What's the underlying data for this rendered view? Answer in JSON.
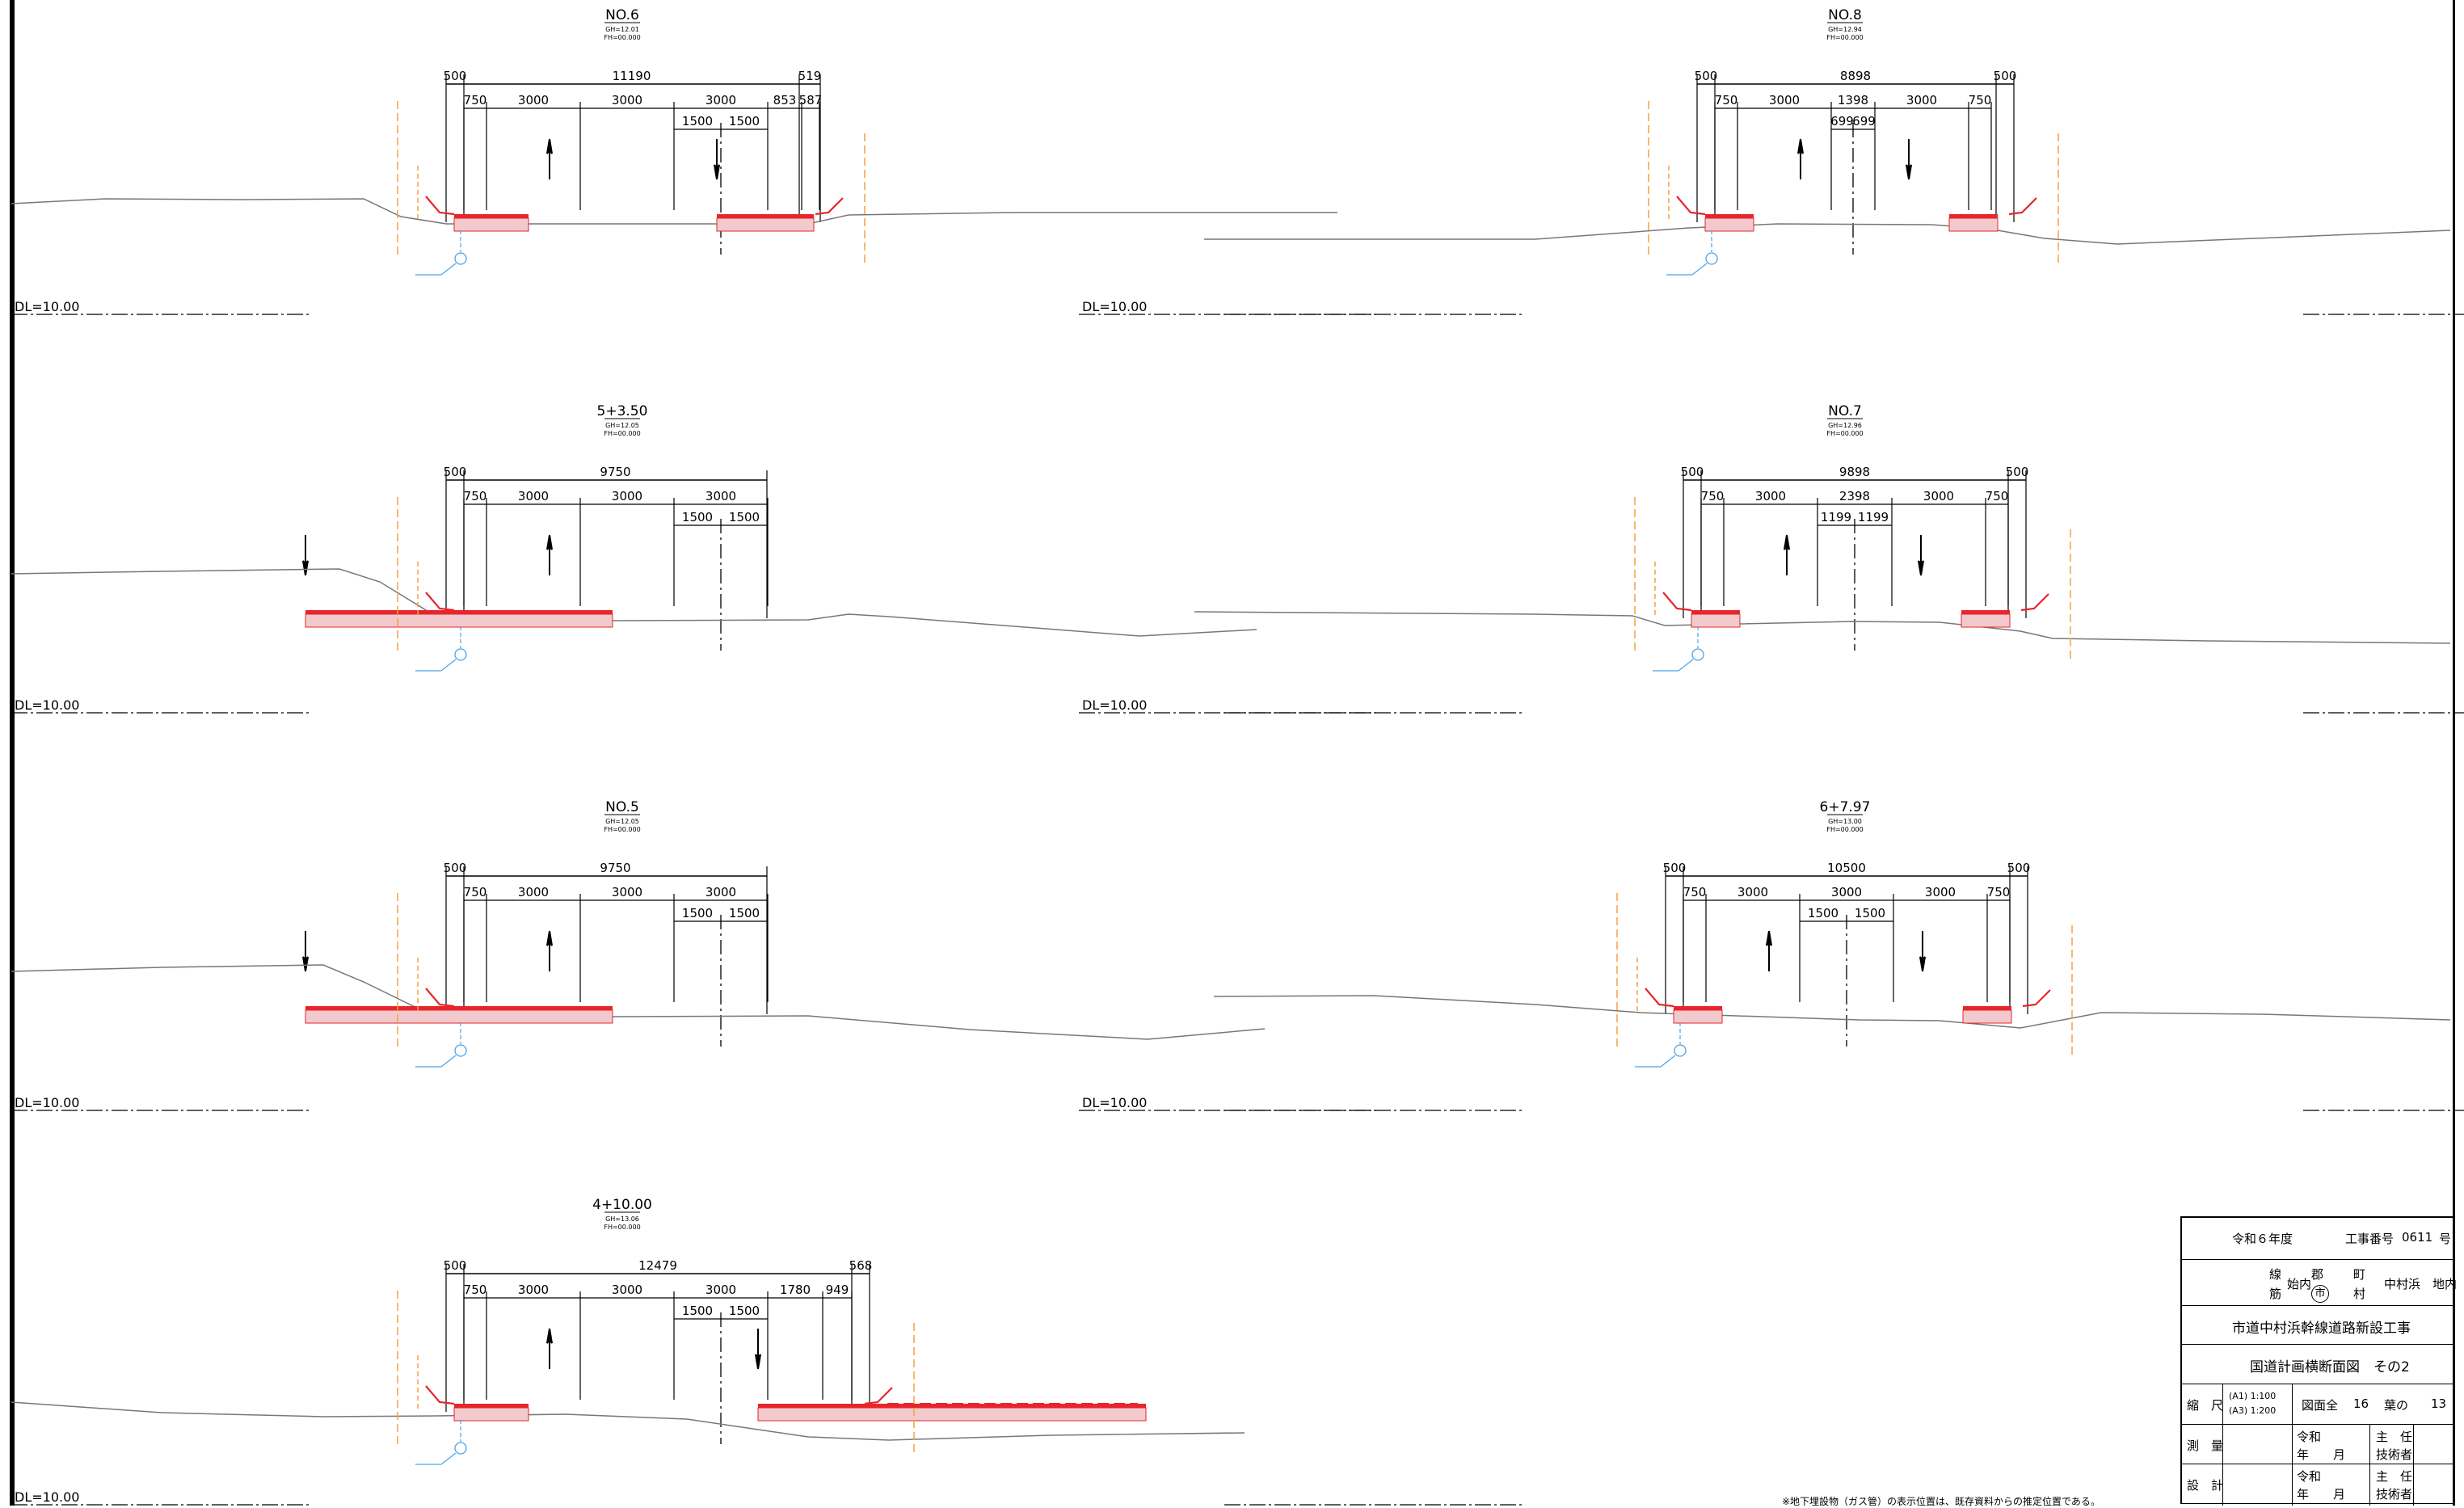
{
  "sections": [
    {
      "id": "no6",
      "title": "NO.6",
      "gh": "GH=12.01",
      "fh": "FH=00.000",
      "top": [
        "500",
        "11190",
        "519"
      ],
      "mid": [
        "750",
        "3000",
        "3000",
        "3000",
        "853",
        "587"
      ],
      "low": [
        "1500",
        "1500"
      ],
      "dl": "DL=10.00"
    },
    {
      "id": "no8",
      "title": "NO.8",
      "gh": "GH=12.94",
      "fh": "FH=00.000",
      "top": [
        "500",
        "8898",
        "500"
      ],
      "mid": [
        "750",
        "3000",
        "1398",
        "3000",
        "750"
      ],
      "low": [
        "699",
        "699"
      ],
      "dl": "DL=10.00"
    },
    {
      "id": "s5p350",
      "title": "5+3.50",
      "gh": "GH=12.05",
      "fh": "FH=00.000",
      "top": [
        "500",
        "9750"
      ],
      "mid": [
        "750",
        "3000",
        "3000",
        "3000"
      ],
      "low": [
        "1500",
        "1500"
      ],
      "dl": "DL=10.00"
    },
    {
      "id": "no7",
      "title": "NO.7",
      "gh": "GH=12.96",
      "fh": "FH=00.000",
      "top": [
        "500",
        "9898",
        "500"
      ],
      "mid": [
        "750",
        "3000",
        "2398",
        "3000",
        "750"
      ],
      "low": [
        "1199",
        "1199"
      ],
      "dl": "DL=10.00"
    },
    {
      "id": "no5",
      "title": "NO.5",
      "gh": "GH=12.05",
      "fh": "FH=00.000",
      "top": [
        "500",
        "9750"
      ],
      "mid": [
        "750",
        "3000",
        "3000",
        "3000"
      ],
      "low": [
        "1500",
        "1500"
      ],
      "dl": "DL=10.00"
    },
    {
      "id": "s6p797",
      "title": "6+7.97",
      "gh": "GH=13.00",
      "fh": "FH=00.000",
      "top": [
        "500",
        "10500",
        "500"
      ],
      "mid": [
        "750",
        "3000",
        "3000",
        "3000",
        "750"
      ],
      "low": [
        "1500",
        "1500"
      ],
      "dl": "DL=10.00"
    },
    {
      "id": "s4p1000",
      "title": "4+10.00",
      "gh": "GH=13.06",
      "fh": "FH=00.000",
      "top": [
        "500",
        "12479",
        "568"
      ],
      "mid": [
        "750",
        "3000",
        "3000",
        "3000",
        "1780",
        "949"
      ],
      "low": [
        "1500",
        "1500"
      ],
      "dl": "DL=10.00"
    }
  ],
  "title_block": {
    "fiscal_year": "令和６年度",
    "work_no_label": "工事番号",
    "work_no": "0611",
    "work_no_suffix": "号",
    "route_label_1": "線",
    "route_label_2": "筋",
    "district": "始内",
    "city_mark": "市",
    "county": "郡",
    "town": "町",
    "village": "村",
    "location": "中村浜",
    "location_suffix": "地内",
    "project_name": "市道中村浜幹線道路新設工事",
    "drawing_name": "国道計画横断面図　その2",
    "scale_label": "縮　尺",
    "scale_a1": "(A1) 1:100",
    "scale_a3": "(A3) 1:200",
    "total_label": "図面全",
    "total_sheets": "16",
    "sheet_label": "葉の",
    "sheet_no": "13",
    "survey_label": "測　量",
    "design_label": "設　計",
    "era": "令和",
    "year_month": "年　　月",
    "chief_1": "主　任",
    "chief_2": "技術者"
  },
  "footnote": "※地下埋設物（ガス管）の表示位置は、既存資料からの推定位置である。"
}
